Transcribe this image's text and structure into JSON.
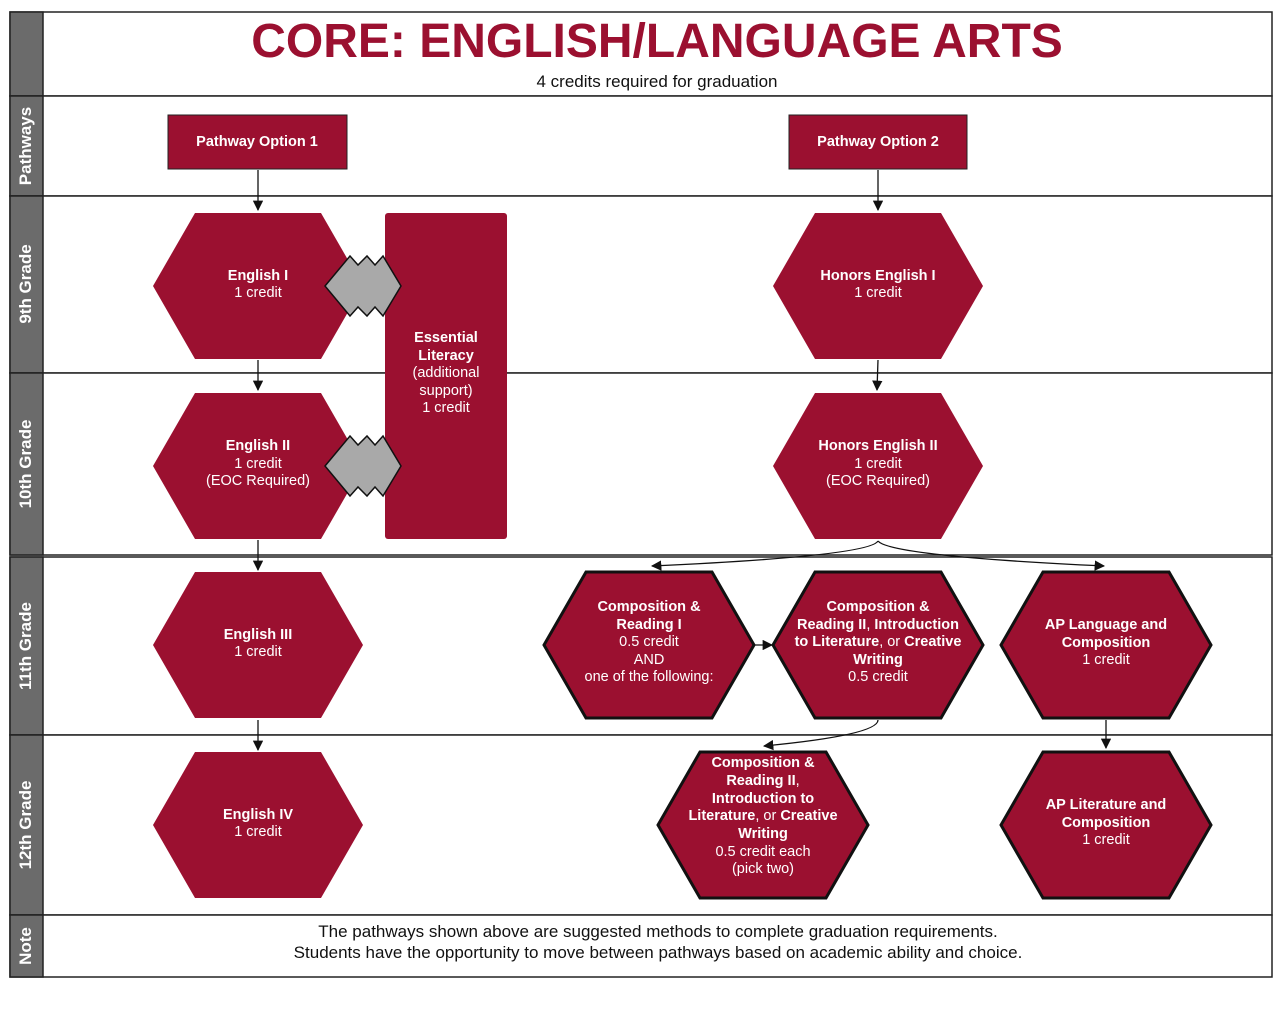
{
  "header": {
    "title": "CORE: ENGLISH/LANGUAGE ARTS",
    "subtitle": "4 credits required for graduation"
  },
  "lanes": {
    "pathways": "Pathways",
    "grade9": "9th Grade",
    "grade10": "10th Grade",
    "grade11": "11th Grade",
    "grade12": "12th Grade",
    "note": "Note"
  },
  "pathways": {
    "option1": "Pathway Option 1",
    "option2": "Pathway Option 2"
  },
  "nodes": {
    "english1": {
      "name": "English I",
      "credit": "1 credit"
    },
    "english2": {
      "name": "English II",
      "credit": "1 credit",
      "extra": "(EOC Required)"
    },
    "english3": {
      "name": "English III",
      "credit": "1 credit"
    },
    "english4": {
      "name": "English IV",
      "credit": "1 credit"
    },
    "essential": {
      "line1": "Essential",
      "line2": "Literacy",
      "line3": "(additional",
      "line4": "support)",
      "credit": "1 credit"
    },
    "honors1": {
      "name": "Honors English I",
      "credit": "1 credit"
    },
    "honors2": {
      "name": "Honors English II",
      "credit": "1 credit",
      "extra": "(EOC Required)"
    },
    "comp1": {
      "line1": "Composition &",
      "line2": "Reading I",
      "credit": "0.5 credit",
      "and": "AND",
      "following": "one of the following:"
    },
    "comp2": {
      "line1": "Composition &",
      "line2a": "Reading II",
      "line2b": ", ",
      "line2c": "Introduction",
      "line3a": "to Literature",
      "line3b": ", or ",
      "line3c": "Creative",
      "line4": "Writing",
      "credit": "0.5 credit"
    },
    "aplang": {
      "line1": "AP Language and",
      "line2": "Composition",
      "credit": "1 credit"
    },
    "comp3": {
      "line1": "Composition &",
      "line2a": "Reading II",
      "line2b": ",",
      "line3": "Introduction to",
      "line4a": "Literature",
      "line4b": ", or ",
      "line4c": "Creative",
      "line5": "Writing",
      "credit": "0.5 credit each",
      "pick": "(pick two)"
    },
    "aplit": {
      "line1": "AP Literature and",
      "line2": "Composition",
      "credit": "1 credit"
    }
  },
  "note": {
    "line1": "The pathways shown above are suggested methods to complete graduation requirements.",
    "line2": "Students have the opportunity to move between pathways based on academic ability and choice."
  },
  "colors": {
    "brand": "#9b1030",
    "lane": "#6b6b6b",
    "connector": "#9e9e9e",
    "text_on_brand": "#ffffff"
  }
}
